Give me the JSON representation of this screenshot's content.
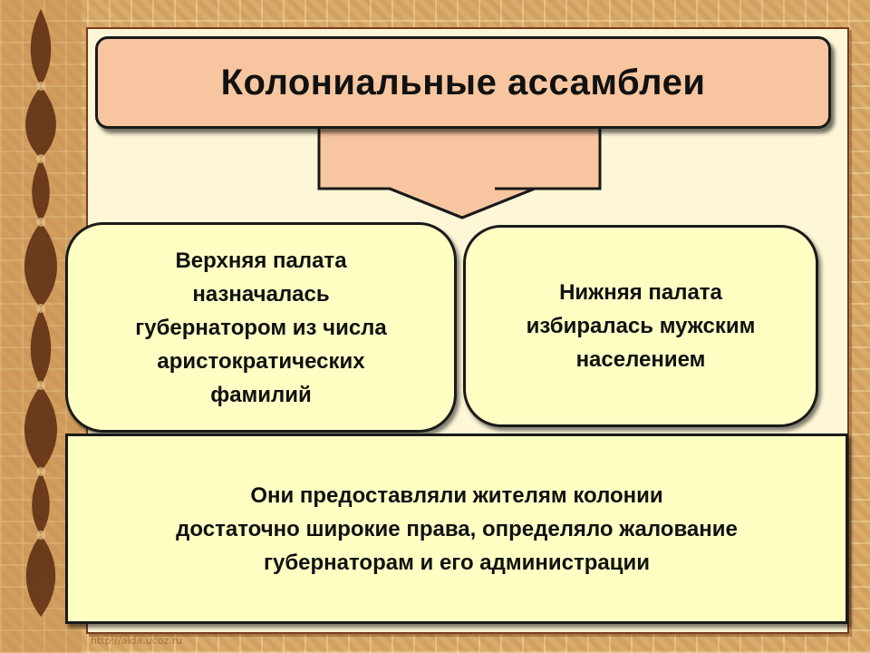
{
  "title": "Колониальные ассамблеи",
  "upper_chamber": {
    "lines": [
      "Верхняя палата",
      "назначалась",
      "губернатором из числа",
      "аристократических",
      "фамилий"
    ]
  },
  "lower_chamber": {
    "lines": [
      "Нижняя палата",
      "избиралась мужским",
      "населением"
    ]
  },
  "rights": {
    "lines": [
      "Они предоставляли жителям колонии",
      "достаточно широкие права, определяло жалование",
      "губернаторам и его администрации"
    ]
  },
  "watermark": "http://aida.ucoz.ru",
  "colors": {
    "title_fill": "#f7c6a0",
    "box_fill": "#ffffc4",
    "panel_fill": "#fdf6d7",
    "background": "#d9ab6a"
  }
}
